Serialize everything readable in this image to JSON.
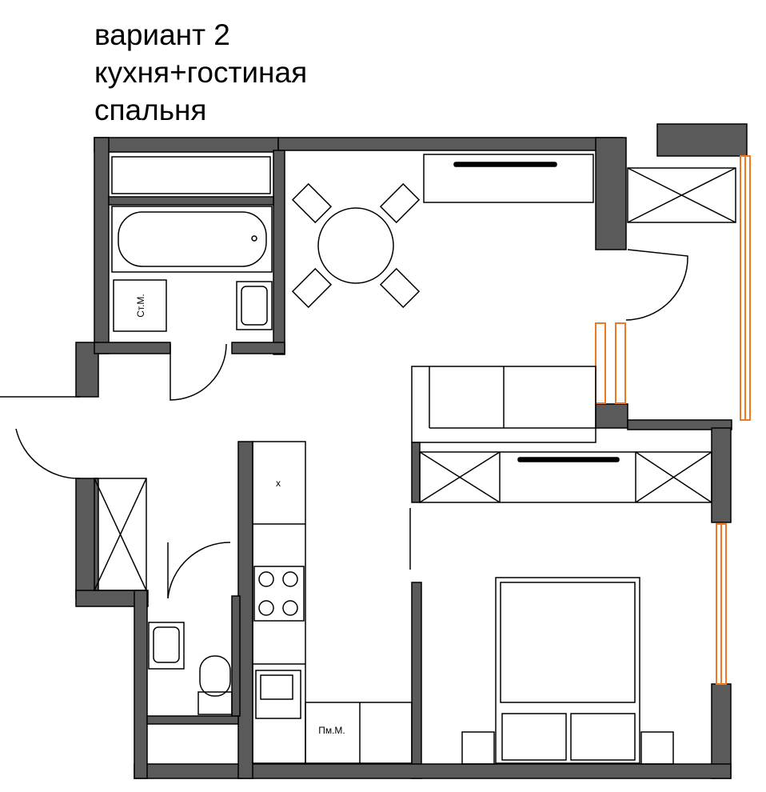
{
  "title": {
    "lines": [
      "вариант 2",
      "кухня+гостиная",
      "спальня"
    ]
  },
  "labels": {
    "washing_machine": "Ст.М.",
    "dishwasher": "Пм.М.",
    "fridge_mark": "x"
  },
  "colors": {
    "wall": "#5a5a5a",
    "wall_outline": "#000000",
    "window": "#f07820",
    "line": "#000000",
    "background": "#ffffff"
  },
  "rooms": [
    {
      "name": "bathroom",
      "fixtures": [
        "bathtub",
        "sink",
        "washing-machine",
        "shelf"
      ]
    },
    {
      "name": "kitchen-living",
      "fixtures": [
        "round-table",
        "4-chairs",
        "sofa",
        "tv-unit",
        "kitchen-counter",
        "fridge",
        "hob",
        "sink",
        "dishwasher"
      ]
    },
    {
      "name": "hallway",
      "fixtures": [
        "wardrobe",
        "entrance-door"
      ]
    },
    {
      "name": "toilet",
      "fixtures": [
        "toilet",
        "sink"
      ]
    },
    {
      "name": "bedroom",
      "fixtures": [
        "double-bed",
        "2-pillows",
        "2-nightstands",
        "wardrobe"
      ]
    },
    {
      "name": "balcony",
      "fixtures": [
        "cabinet"
      ]
    }
  ]
}
